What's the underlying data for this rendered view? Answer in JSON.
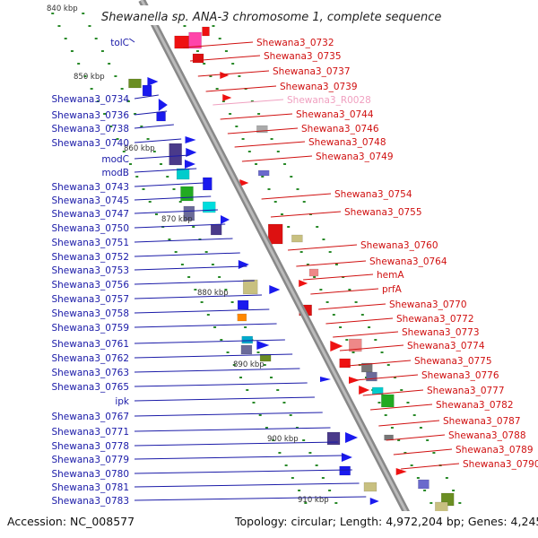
{
  "title": "Shewanella sp. ANA-3 chromosome 1, complete sequence",
  "footer": {
    "accession": "Accession: NC_008577",
    "summary": "Topology: circular; Length: 4,972,204 bp; Genes: 4,245"
  },
  "colors": {
    "left_label": "#1a1aa8",
    "right_label": "#d01010",
    "rna_label": "#f0a0c0",
    "backbone": "#999999",
    "tick": "#2a8a2a"
  },
  "kbp_marks": [
    "840 kbp",
    "850 kbp",
    "860 kbp",
    "870 kbp",
    "880 kbp",
    "890 kbp",
    "900 kbp",
    "910 kbp"
  ],
  "left_labels": [
    "tolC",
    "Shewana3_0734",
    "Shewana3_0736",
    "Shewana3_0738",
    "Shewana3_0740",
    "modC",
    "modB",
    "Shewana3_0743",
    "Shewana3_0745",
    "Shewana3_0747",
    "Shewana3_0750",
    "Shewana3_0751",
    "Shewana3_0752",
    "Shewana3_0753",
    "Shewana3_0756",
    "Shewana3_0757",
    "Shewana3_0758",
    "Shewana3_0759",
    "Shewana3_0761",
    "Shewana3_0762",
    "Shewana3_0763",
    "Shewana3_0765",
    "ipk",
    "Shewana3_0767",
    "Shewana3_0771",
    "Shewana3_0778",
    "Shewana3_0779",
    "Shewana3_0780",
    "Shewana3_0781",
    "Shewana3_0783"
  ],
  "right_labels": [
    "Shewana3_0732",
    "Shewana3_0735",
    "Shewana3_0737",
    "Shewana3_0739",
    "Shewana3_R0028",
    "Shewana3_0744",
    "Shewana3_0746",
    "Shewana3_0748",
    "Shewana3_0749",
    "Shewana3_0754",
    "Shewana3_0755",
    "Shewana3_0760",
    "Shewana3_0764",
    "hemA",
    "prfA",
    "Shewana3_0770",
    "Shewana3_0772",
    "Shewana3_0773",
    "Shewana3_0774",
    "Shewana3_0775",
    "Shewana3_0776",
    "Shewana3_0777",
    "Shewana3_0782",
    "Shewana3_0787",
    "Shewana3_0788",
    "Shewana3_0789",
    "Shewana3_0790"
  ]
}
